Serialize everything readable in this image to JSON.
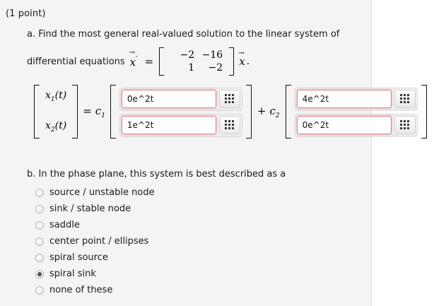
{
  "header": {
    "points": "(1 point)"
  },
  "part_a": {
    "label": "a.",
    "text_line1": "Find the most general real-valued solution to the linear system of",
    "text_line2": "differential equations",
    "vector_symbol": "x",
    "vector_prime": "′",
    "equals": "=",
    "trailing": ".",
    "matrix": {
      "rows": [
        [
          "−2",
          "−16"
        ],
        [
          "1",
          "−2"
        ]
      ]
    }
  },
  "solution": {
    "lhs": {
      "row1": "x",
      "row1_sub": "1",
      "row1_arg": "(t)",
      "row2": "x",
      "row2_sub": "2",
      "row2_arg": "(t)"
    },
    "equals": "=",
    "coef1": "c",
    "coef1_sub": "1",
    "plus": "+",
    "coef2": "c",
    "coef2_sub": "2",
    "fields": [
      {
        "name": "field-1",
        "value": "0e^2t",
        "keypad_icon": "keypad-grid-icon"
      },
      {
        "name": "field-2",
        "value": "1e^2t",
        "keypad_icon": "keypad-grid-icon"
      },
      {
        "name": "field-3",
        "value": "4e^2t",
        "keypad_icon": "keypad-grid-icon"
      },
      {
        "name": "field-4",
        "value": "0e^2t",
        "keypad_icon": "keypad-grid-icon"
      }
    ]
  },
  "part_b": {
    "label": "b.",
    "text": "In the phase plane, this system is best described as a",
    "choices": [
      {
        "label": "source / unstable node",
        "selected": false
      },
      {
        "label": "sink / stable node",
        "selected": false
      },
      {
        "label": "saddle",
        "selected": false
      },
      {
        "label": "center point / ellipses",
        "selected": false
      },
      {
        "label": "spiral source",
        "selected": false
      },
      {
        "label": "spiral sink",
        "selected": true
      },
      {
        "label": "none of these",
        "selected": false
      }
    ]
  },
  "colors": {
    "panel_background": "#f4f4f4",
    "page_background": "#ffffff",
    "divider": "#e2e2e2",
    "field_border": "#e08285",
    "text": "#1a1a1a",
    "radio_dot": "#4f4f4f"
  }
}
